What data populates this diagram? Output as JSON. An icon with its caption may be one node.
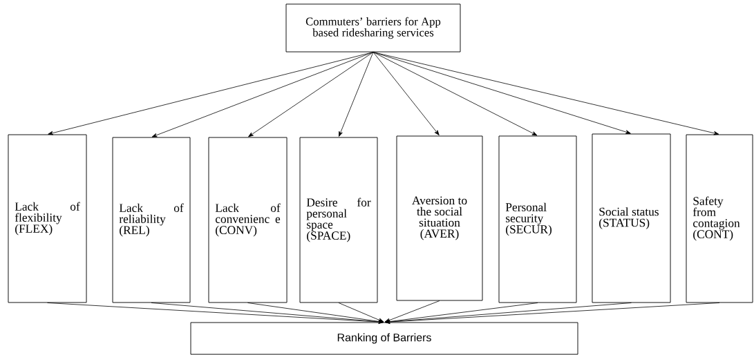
{
  "diagram": {
    "nodes": [
      {
        "text": [
          "Commuters’ barriers for App based ridesharing services"
        ]
      },
      {
        "text": [
          "Lack of flexibility (FLEX)"
        ]
      },
      {
        "text": [
          "Lack of reliability (REL)"
        ]
      },
      {
        "text": [
          "Lack of convenienc e (CONV)"
        ]
      },
      {
        "text": [
          "Desire for personal space (SPACE)"
        ]
      },
      {
        "text": [
          "Aversion to the social situation (AVER)"
        ]
      },
      {
        "text": [
          "Personal security (SECUR)"
        ]
      },
      {
        "text": [
          "Social status (STATUS)"
        ]
      },
      {
        "text": [
          "Safety from contagion (CONT)"
        ]
      },
      {
        "text": [
          "Ranking of Barriers"
        ]
      }
    ],
    "edges": [
      {
        "from": 0,
        "to": 1,
        "arrow": "to"
      },
      {
        "from": 0,
        "to": 2,
        "arrow": "to"
      },
      {
        "from": 0,
        "to": 3,
        "arrow": "to"
      },
      {
        "from": 0,
        "to": 4,
        "arrow": "to"
      },
      {
        "from": 0,
        "to": 5,
        "arrow": "to"
      },
      {
        "from": 0,
        "to": 6,
        "arrow": "to"
      },
      {
        "from": 0,
        "to": 7,
        "arrow": "to"
      },
      {
        "from": 0,
        "to": 8,
        "arrow": "to"
      },
      {
        "from": 1,
        "to": 9,
        "arrow": "to"
      },
      {
        "from": 2,
        "to": 9,
        "arrow": "to"
      },
      {
        "from": 3,
        "to": 9,
        "arrow": "to"
      },
      {
        "from": 4,
        "to": 9,
        "arrow": "to"
      },
      {
        "from": 5,
        "to": 9,
        "arrow": "to"
      },
      {
        "from": 6,
        "to": 9,
        "arrow": "to"
      },
      {
        "from": 7,
        "to": 9,
        "arrow": "to"
      },
      {
        "from": 8,
        "to": 9,
        "arrow": "to"
      }
    ]
  }
}
